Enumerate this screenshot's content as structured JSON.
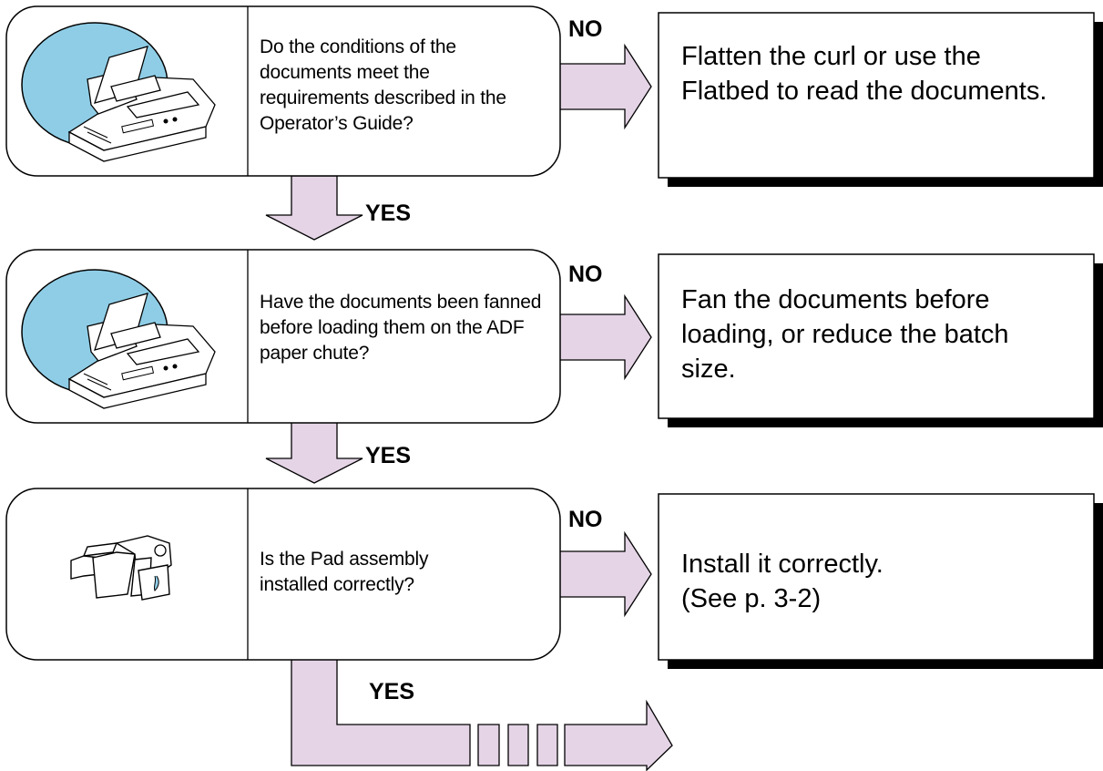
{
  "colors": {
    "arrow_fill": "#e4d4e6",
    "highlight_fill": "#8fcde6",
    "stroke": "#000000",
    "background": "#ffffff"
  },
  "steps": [
    {
      "question": "Do the conditions of the documents meet the requirements described in the Operator’s Guide?",
      "no_label": "NO",
      "remedy": "Flatten the curl or use the Flatbed to read the documents.",
      "yes_label": "YES",
      "icon": "scanner-icon"
    },
    {
      "question": "Have the documents been fanned before loading them on the ADF paper chute?",
      "no_label": "NO",
      "remedy": "Fan the documents before loading, or reduce the batch size.",
      "yes_label": "YES",
      "icon": "scanner-icon"
    },
    {
      "question": "Is the Pad assembly installed correctly?",
      "no_label": "NO",
      "remedy": "Install it correctly. (See p. 3-2)",
      "yes_label": "YES",
      "icon": "pad-assembly-icon"
    }
  ]
}
